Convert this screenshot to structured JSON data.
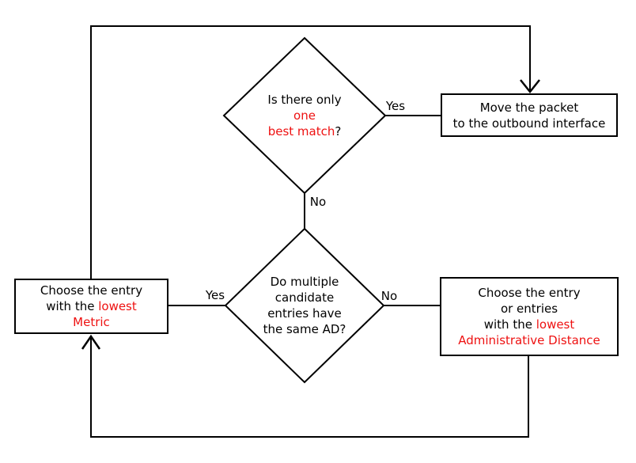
{
  "colors": {
    "accent_red": "#ee1111",
    "line_black": "#000000",
    "background": "#ffffff"
  },
  "nodes": {
    "decision_best_match": {
      "line1": "Is there only",
      "line2_red": "one",
      "line3_red": "best match",
      "line3_suffix": "?"
    },
    "process_outbound": {
      "line1": "Move the packet",
      "line2": "to the outbound interface"
    },
    "decision_same_ad": {
      "line1": "Do multiple",
      "line2": "candidate",
      "line3": "entries have",
      "line4": "the same AD?"
    },
    "process_metric": {
      "line1": "Choose the entry",
      "line2_black": "with the ",
      "line2_red": "lowest",
      "line3_red": "Metric"
    },
    "process_ad": {
      "line1": "Choose the entry",
      "line2": "or entries",
      "line3_black": "with the ",
      "line3_red": "lowest",
      "line4_red": "Administrative Distance"
    }
  },
  "edge_labels": {
    "best_match_yes": "Yes",
    "best_match_no": "No",
    "same_ad_yes": "Yes",
    "same_ad_no": "No"
  }
}
